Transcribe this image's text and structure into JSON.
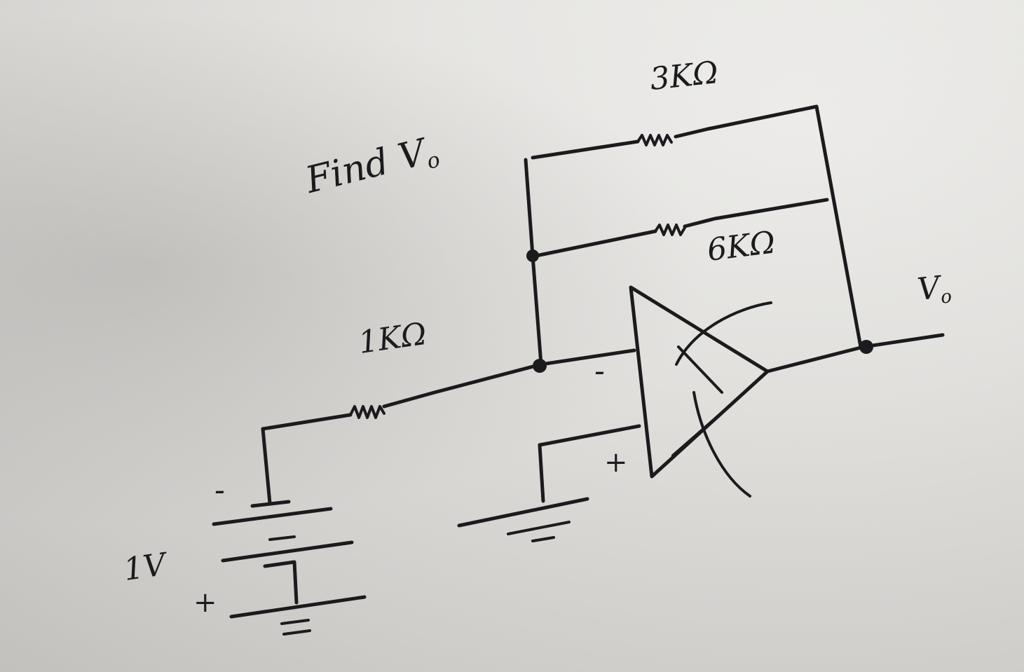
{
  "labels": {
    "title": "Find V",
    "title_sub": "o",
    "r_top": "3KΩ",
    "r_mid": "6KΩ",
    "r_in": "1KΩ",
    "vout": "V",
    "vout_sub": "o",
    "source": "1V",
    "inv_sign": "-",
    "noninv_sign": "+",
    "batt_top_sign": "-",
    "batt_bot_sign": "+"
  }
}
